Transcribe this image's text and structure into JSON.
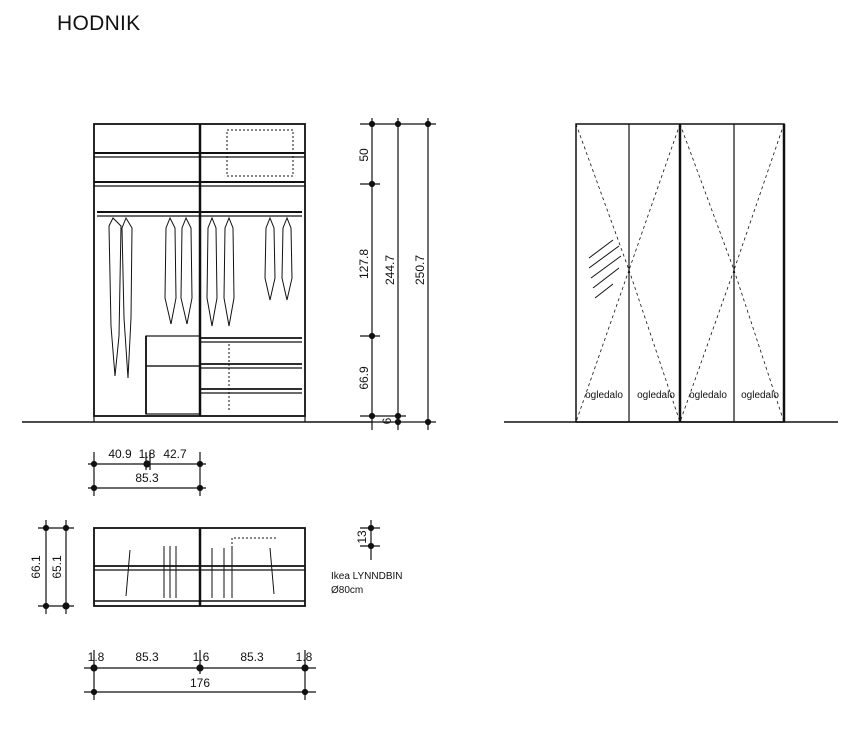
{
  "title": "HODNIK",
  "front_view": {
    "dims": [
      "50",
      "127.8",
      "66.9",
      "6",
      "244.7",
      "250.7"
    ]
  },
  "interior_widths": [
    "40.9",
    "1.8",
    "42.7",
    "85.3"
  ],
  "plan_view": {
    "depths": [
      "66.1",
      "65.1"
    ],
    "basket_height": "13",
    "note_line1": "Ikea LYNNDBIN",
    "note_line2": "Ø80cm"
  },
  "bottom_widths": [
    "1.8",
    "85.3",
    "1.6",
    "85.3",
    "1.8",
    "176"
  ],
  "doors_view": {
    "mirror_label": "ogledalo"
  },
  "colors": {
    "line": "#111111",
    "background": "#ffffff"
  }
}
